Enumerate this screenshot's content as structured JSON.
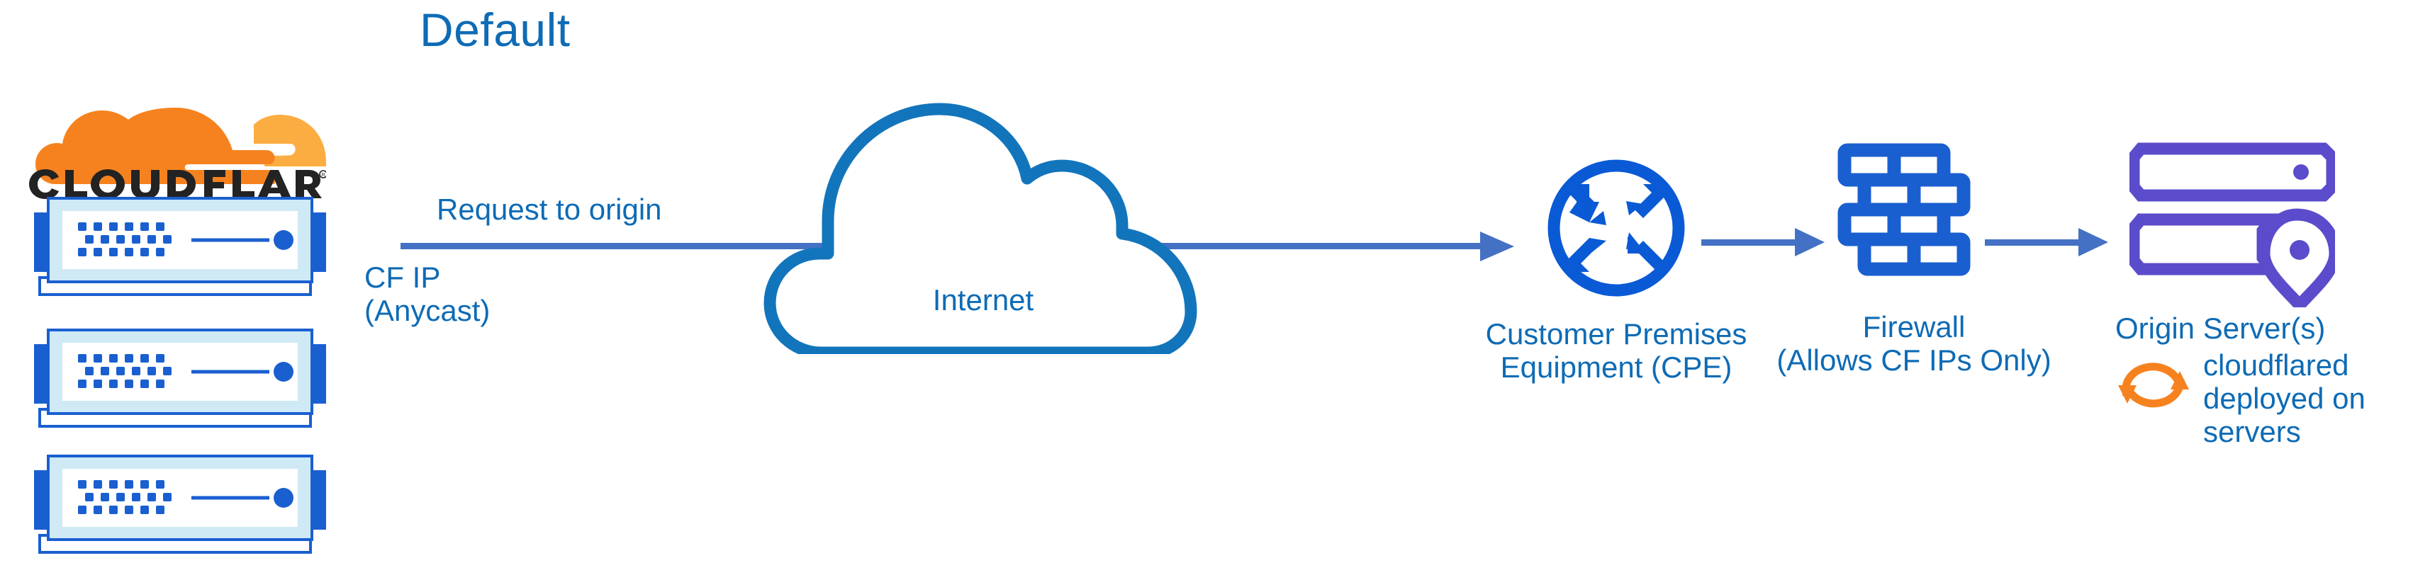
{
  "diagram": {
    "title": "Default",
    "type": "network-architecture-flow",
    "colors": {
      "label_blue": "#0E6BB5",
      "arrow_blue": "#4471C4",
      "icon_blue": "#0A5AD6",
      "origin_purple": "#5B4CCB",
      "cloudflare_orange": "#F6821F",
      "cloudflare_orange_light": "#FBAD41",
      "wordmark_black": "#222222",
      "background": "#FFFFFF"
    },
    "nodes": [
      {
        "id": "cloudflare-edge",
        "brand": "CLOUDFLARE",
        "icon": "cloudflare-logo",
        "server_count": 3,
        "sublabel": "CF IP\n(Anycast)"
      },
      {
        "id": "internet",
        "label": "Internet",
        "icon": "cloud-outline"
      },
      {
        "id": "cpe",
        "label": "Customer Premises\nEquipment (CPE)",
        "icon": "router-four-arrows-circle-icon"
      },
      {
        "id": "firewall",
        "label": "Firewall\n(Allows CF IPs Only)",
        "icon": "brick-wall-icon"
      },
      {
        "id": "origin",
        "label": "Origin Server(s)",
        "icon": "server-rack-location-pin-icon",
        "note": "cloudflared\ndeployed on\nservers",
        "note_icon": "sync-arrows-icon"
      }
    ],
    "edges": [
      {
        "id": "edge-request",
        "label": "Request to origin",
        "from": "cloudflare-edge",
        "to": "cpe",
        "through": "internet"
      },
      {
        "id": "edge-cpe-firewall",
        "label": "",
        "from": "cpe",
        "to": "firewall"
      },
      {
        "id": "edge-firewall-origin",
        "label": "",
        "from": "firewall",
        "to": "origin"
      }
    ],
    "labels": {
      "title": "Default",
      "request_to_origin": "Request to origin",
      "cf_ip": "CF IP\n(Anycast)",
      "internet": "Internet",
      "cpe": "Customer Premises\nEquipment (CPE)",
      "firewall": "Firewall\n(Allows CF IPs Only)",
      "origin_server": "Origin Server(s)",
      "cloudflared_note": "cloudflared\ndeployed on\nservers",
      "wordmark": "CLOUDFLARE"
    }
  }
}
